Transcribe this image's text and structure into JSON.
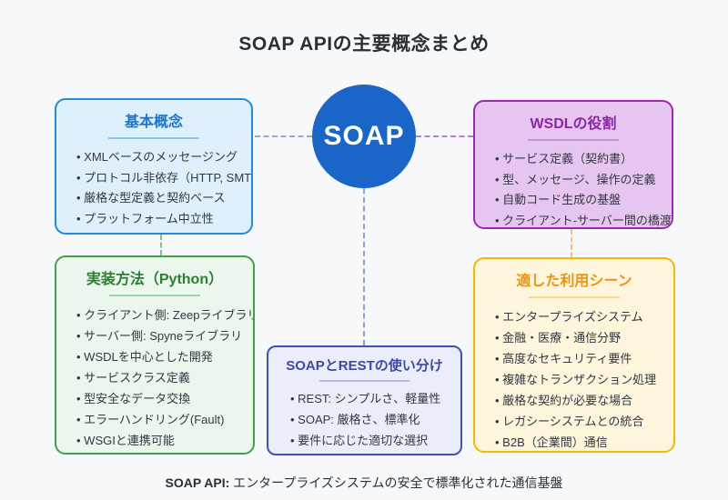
{
  "title": "SOAP APIの主要概念まとめ",
  "center": {
    "label": "SOAP"
  },
  "boxes": {
    "basic": {
      "title": "基本概念",
      "items": [
        "XMLベースのメッセージング",
        "プロトコル非依存（HTTP, SMTP...)",
        "厳格な型定義と契約ベース",
        "プラットフォーム中立性"
      ]
    },
    "wsdl": {
      "title": "WSDLの役割",
      "items": [
        "サービス定義（契約書）",
        "型、メッセージ、操作の定義",
        "自動コード生成の基盤",
        "クライアント-サーバー間の橋渡し"
      ]
    },
    "impl": {
      "title": "実装方法（Python）",
      "items": [
        "クライアント側: Zeepライブラリ",
        "サーバー側: Spyneライブラリ",
        "WSDLを中心とした開発",
        "サービスクラス定義",
        "型安全なデータ交換",
        "エラーハンドリング(Fault)",
        "WSGIと連携可能"
      ]
    },
    "usage": {
      "title": "適した利用シーン",
      "items": [
        "エンタープライズシステム",
        "金融・医療・通信分野",
        "高度なセキュリティ要件",
        "複雑なトランザクション処理",
        "厳格な契約が必要な場合",
        "レガシーシステムとの統合",
        "B2B（企業間）通信"
      ]
    },
    "compare": {
      "title": "SOAPとRESTの使い分け",
      "items": [
        "REST: シンプルさ、軽量性",
        "SOAP: 厳格さ、標準化",
        "要件に応じた適切な選択"
      ]
    }
  },
  "footer": {
    "label": "SOAP API:",
    "text": "エンタープライズシステムの安全で標準化された通信基盤"
  },
  "colors": {
    "page-bg": "#f7f8fa",
    "heading": "#2b3036",
    "body-text": "#333740",
    "circle-bg": "#1a66c8",
    "circle-text": "#ffffff",
    "basic-bg": "#def0fc",
    "basic-border": "#2289e4",
    "basic-title": "#1976d2",
    "basic-divider": "#90c5f0",
    "wsdl-bg": "#e6c6f0",
    "wsdl-border": "#9c27b0",
    "wsdl-title": "#8e24aa",
    "wsdl-divider": "#c493d9",
    "impl-bg": "#ebf7ed",
    "impl-border": "#43a047",
    "impl-title": "#2e7d32",
    "impl-divider": "#9ed3a3",
    "usage-bg": "#fdf6dc",
    "usage-border": "#f5b800",
    "usage-title": "#f0920e",
    "usage-divider": "#f8d98a",
    "compare-bg": "#ecedfa",
    "compare-border": "#3f51b5",
    "compare-title": "#3949ab",
    "compare-divider": "#b9bfe4",
    "conn-left": "#94aacf",
    "conn-right": "#b97fc9",
    "conn-mid": "#8e9cd8",
    "conn-green": "#84bb90",
    "conn-orange": "#f9c077"
  }
}
